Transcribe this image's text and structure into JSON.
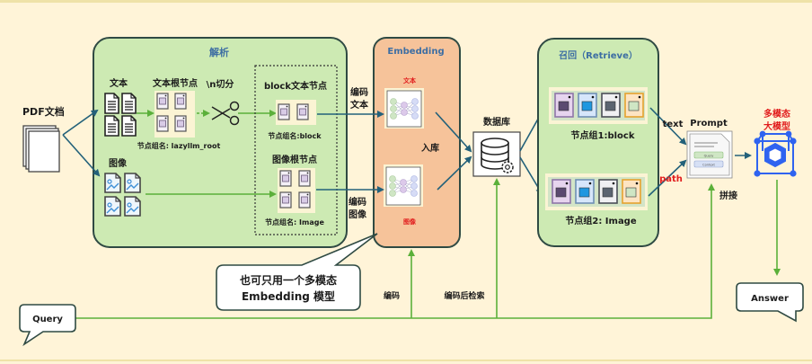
{
  "source": {
    "label": "PDF文档"
  },
  "parse_panel": {
    "title": "解析",
    "text_label": "文本",
    "text_root_label": "文本根节点",
    "split_label": "\\n切分",
    "text_root_group": "节点组名: lazyllm_root",
    "image_label": "图像",
    "block_title": "block文本节点",
    "block_group": "节点组名:block",
    "image_root_label": "图像根节点",
    "image_group": "节点组名: Image"
  },
  "edges": {
    "encode_text_line1": "编码",
    "encode_text_line2": "文本",
    "encode_image_line1": "编码",
    "encode_image_line2": "图像",
    "store": "入库",
    "encode": "编码",
    "encode_then_search": "编码后检索",
    "text": "text",
    "path": "path",
    "concat": "拼接"
  },
  "embedding_panel": {
    "title": "Embedding",
    "text_model_label": "文本",
    "image_model_label": "图像"
  },
  "database": {
    "label": "数据库"
  },
  "retrieve_panel": {
    "title": "召回（Retrieve）",
    "group1": "节点组1:block",
    "group2": "节点组2: Image",
    "node_colors": [
      {
        "fill": "#e6d4ee",
        "border": "#8e75a8",
        "inner": "#5b4a70"
      },
      {
        "fill": "#d6e6fb",
        "border": "#6f8fb5",
        "inner": "#1f97e0"
      },
      {
        "fill": "#f0f0f2",
        "border": "#4b4f57",
        "inner": "#5b6470"
      },
      {
        "fill": "#fde4c2",
        "border": "#e5a22e",
        "inner": "#cfe6c4"
      }
    ]
  },
  "prompt": {
    "label": "Prompt",
    "query_bar": "Query",
    "context_bar": "Context"
  },
  "llm": {
    "label_line1": "多模态",
    "label_line2": "大模型",
    "color": "#2f63f0"
  },
  "callout": {
    "line1": "也可只用一个多模态",
    "line2": "Embedding 模型"
  },
  "query_bubble": {
    "label": "Query"
  },
  "answer_bubble": {
    "label": "Answer"
  },
  "colors": {
    "background": "#fff4d8",
    "green_panel": "#cdeab3",
    "embedding_panel": "#f6c39a",
    "teal_arrow": "#23617a",
    "green_arrow": "#5bb03a",
    "red_label": "#e11d1d"
  }
}
